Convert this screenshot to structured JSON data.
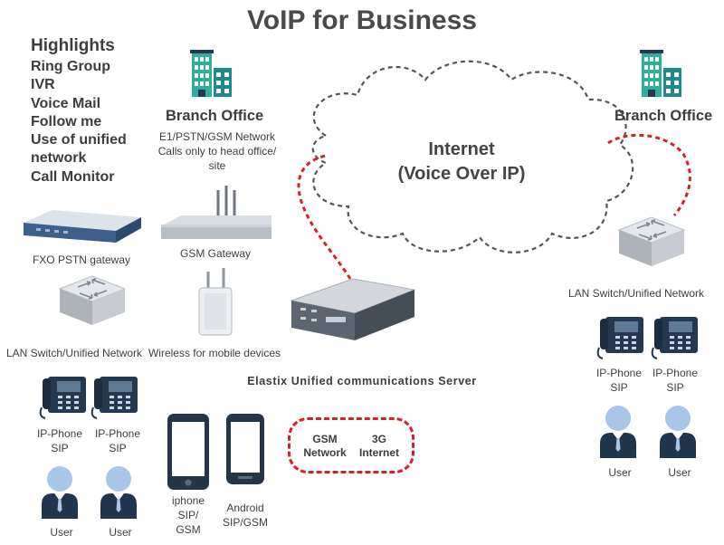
{
  "title": "VoIP for Business",
  "highlights": {
    "heading": "Highlights",
    "items": [
      "Ring Group",
      "IVR",
      "Voice Mail",
      "Follow me",
      "Use of unified network",
      "Call Monitor"
    ]
  },
  "branch_left": {
    "title": "Branch Office",
    "desc_line1": "E1/PSTN/GSM Network",
    "desc_line2": "Calls only to head office/",
    "desc_line3": "site"
  },
  "branch_right": {
    "title": "Branch Office"
  },
  "internet": {
    "line1": "Internet",
    "line2": "(Voice Over IP)"
  },
  "devices": {
    "fxo": "FXO PSTN gateway",
    "gsm_gateway": "GSM Gateway",
    "lan_left": "LAN Switch/Unified Network",
    "wireless": "Wireless for mobile devices",
    "lan_right": "LAN Switch/Unified Network",
    "server": "Elastix Unified communications Server"
  },
  "phones_left": [
    {
      "line1": "IP-Phone",
      "line2": "SIP"
    },
    {
      "line1": "IP-Phone",
      "line2": "SIP"
    }
  ],
  "phones_right": [
    {
      "line1": "IP-Phone",
      "line2": "SIP"
    },
    {
      "line1": "IP-Phone",
      "line2": "SIP"
    }
  ],
  "users_left": [
    "User",
    "User"
  ],
  "users_right": [
    "User",
    "User"
  ],
  "mobiles": {
    "iphone": {
      "line1": "iphone",
      "line2": "SIP/",
      "line3": "GSM"
    },
    "android": {
      "line1": "Android",
      "line2": "SIP/GSM"
    }
  },
  "networks": {
    "gsm": {
      "line1": "GSM",
      "line2": "Network"
    },
    "g3": {
      "line1": "3G",
      "line2": "Internet"
    }
  },
  "colors": {
    "accent_red": "#d2232a",
    "building_green": "#2fae9c",
    "building_teal": "#1f8a8c",
    "phone_navy": "#24394f",
    "user_blue": "#a8c6ea",
    "user_navy": "#20364e"
  }
}
